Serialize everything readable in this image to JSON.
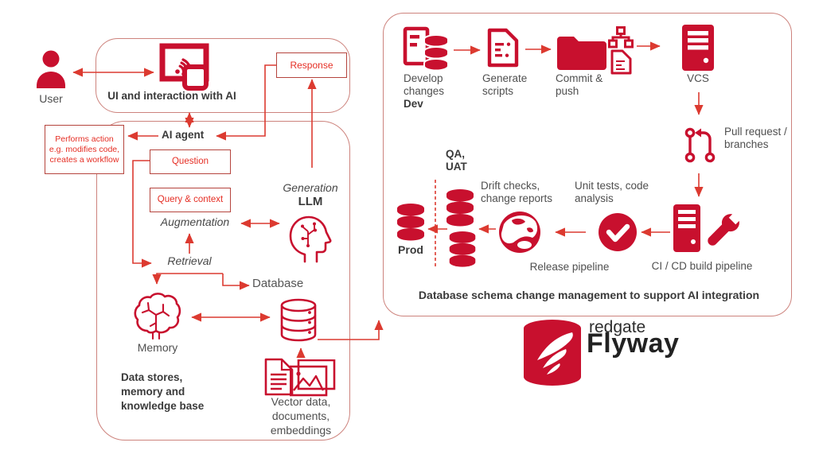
{
  "colors": {
    "brand_red": "#c8102e",
    "arrow_red": "#dc3a30",
    "box_border_light": "#cd837d",
    "small_box_border": "#b5443d",
    "red_text": "#e52e24",
    "dark_text": "#3a3a3a",
    "body_text": "#4f4f4f"
  },
  "left": {
    "user": "User",
    "ui_box": "UI and interaction with AI",
    "response": "Response",
    "ai_agent": "AI agent",
    "performs_action": "Performs action e.g. modifies code, creates a workflow",
    "question": "Question",
    "query_context": "Query & context",
    "generation": "Generation",
    "llm": "LLM",
    "augmentation": "Augmentation",
    "retrieval": "Retrieval",
    "database": "Database",
    "memory": "Memory",
    "data_stores": "Data stores, memory and knowledge base",
    "vector": "Vector data, documents, embeddings"
  },
  "right": {
    "develop_changes": "Develop changes",
    "dev": "Dev",
    "generate_scripts": "Generate scripts",
    "commit_push": "Commit & push",
    "vcs": "VCS",
    "pull_request": "Pull request / branches",
    "qa_uat": "QA, UAT",
    "drift_checks": "Drift checks, change reports",
    "unit_tests": "Unit tests, code analysis",
    "release_pipeline": "Release pipeline",
    "cicd": "CI / CD build pipeline",
    "prod": "Prod",
    "caption": "Database schema change management to support AI integration"
  },
  "logo": {
    "brand": "redgate",
    "product": "Flyway"
  }
}
